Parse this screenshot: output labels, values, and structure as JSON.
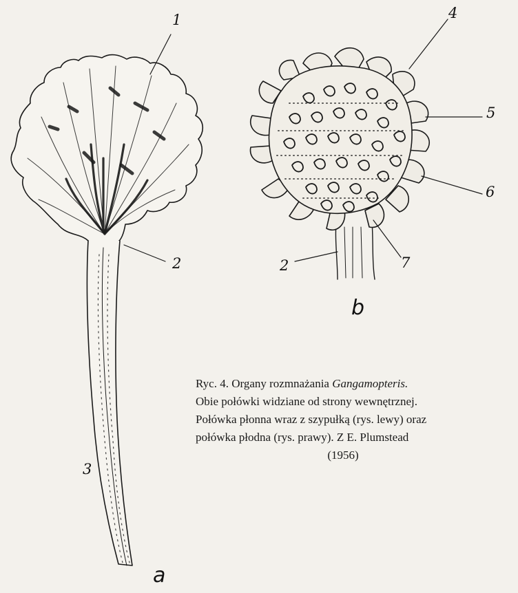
{
  "figure": {
    "labels": {
      "n1": "1",
      "n2a": "2",
      "n3": "3",
      "n4": "4",
      "n5": "5",
      "n6": "6",
      "n2b": "2",
      "n7": "7"
    },
    "panels": {
      "a": "a",
      "b": "b"
    }
  },
  "caption": {
    "line1_prefix": "Ryc. 4. Organy rozmnażania ",
    "line1_italic": "Gangamopteris.",
    "line2": "Obie połówki widziane od strony wewnętrznej.",
    "line3": "Połówka płonna wraz z szypułką (rys. lewy) oraz",
    "line4": "połówka płodna (rys. prawy). Z E. Plumstead",
    "line5": "(1956)"
  }
}
